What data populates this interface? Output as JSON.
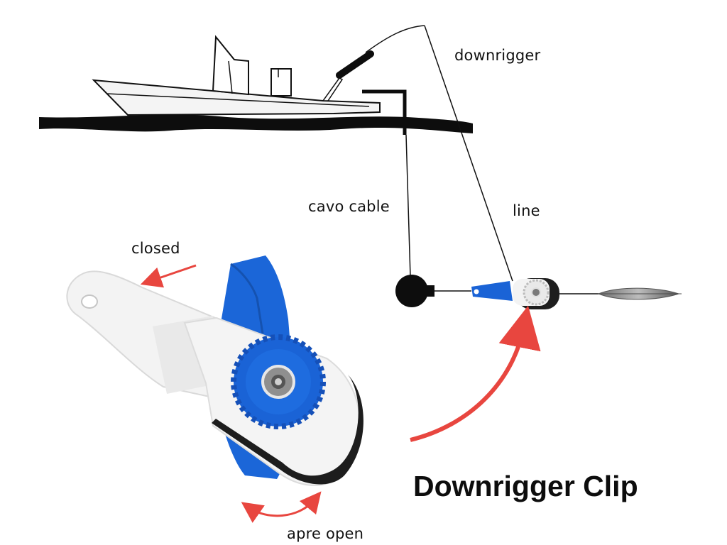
{
  "labels": {
    "downrigger": "downrigger",
    "cable": "cavo cable",
    "line": "line",
    "closed": "closed",
    "open": "apre open"
  },
  "title": "Downrigger Clip",
  "colors": {
    "clip_blue": "#1a63d6",
    "clip_white": "#f2f2f2",
    "arrow_red": "#e8463f",
    "ink": "#0d0d0d"
  },
  "icons": {
    "boat": "boat-icon",
    "ball": "downrigger-ball-icon",
    "lure": "lure-icon"
  }
}
